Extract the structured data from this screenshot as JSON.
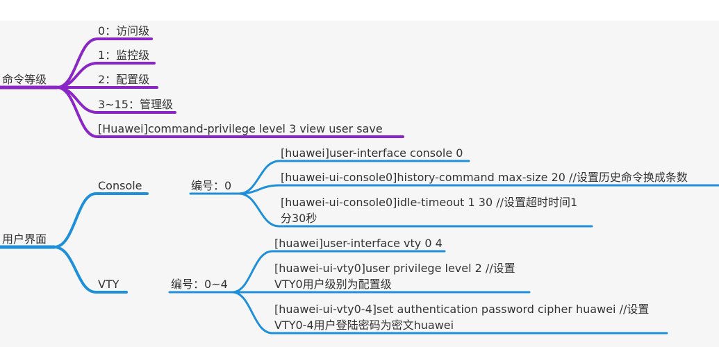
{
  "colors": {
    "purple_branch": "#8a25c6",
    "blue_branch": "#1e8fd8",
    "text": "#333333",
    "background": "#f6f6f6"
  },
  "command_level": {
    "label": "命令等级",
    "items": [
      "0：访问级",
      "1：监控级",
      "2：配置级",
      "3~15：管理级",
      "[Huawei]command-privilege level 3 view user save"
    ]
  },
  "user_interface": {
    "label": "用户界面",
    "console": {
      "label": "Console",
      "number": "编号：0",
      "commands": [
        "[huawei]user-interface console 0",
        "[huawei-ui-console0]history-command max-size 20  //设置历史命令换成条数",
        "[huawei-ui-console0]idle-timeout 1 30   //设置超时时间1分30秒"
      ]
    },
    "vty": {
      "label": "VTY",
      "number": "编号：0~4",
      "commands": [
        "[huawei]user-interface vty 0 4",
        "[huawei-ui-vty0]user privilege level 2   //设置VTY0用户级别为配置级",
        "[huawei-ui-vty0-4]set authentication password cipher huawei   //设置VTY0-4用户登陆密码为密文huawei"
      ]
    }
  }
}
